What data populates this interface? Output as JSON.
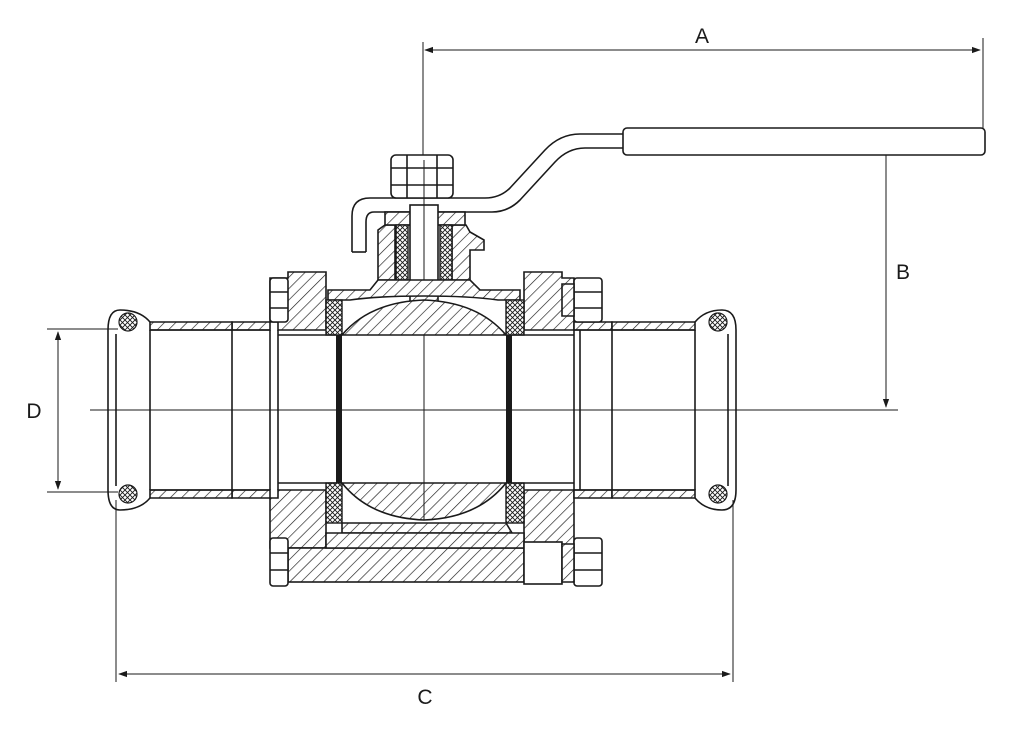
{
  "diagram": {
    "labels": {
      "a": "A",
      "b": "B",
      "c": "C",
      "d": "D"
    },
    "colors": {
      "line": "#1a1a1a",
      "background": "#ffffff"
    }
  }
}
